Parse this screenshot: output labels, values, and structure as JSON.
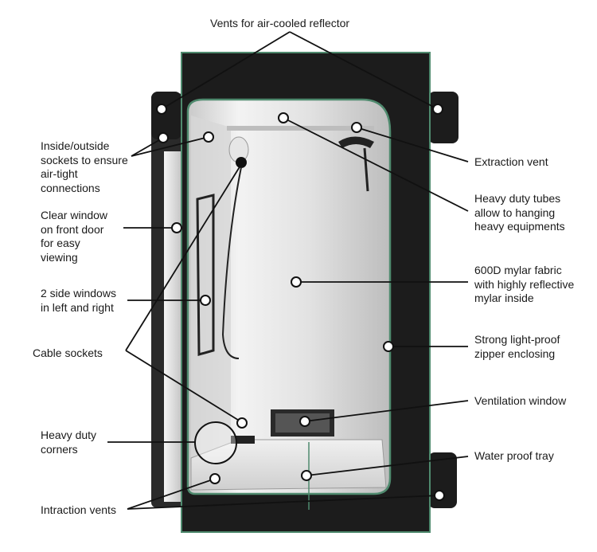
{
  "labels": {
    "vents_reflector": "Vents for air-cooled reflector",
    "sockets": [
      "Inside/outside",
      "sockets to ensure",
      "air-tight",
      "connections"
    ],
    "clear_window": [
      "Clear window",
      "on front door",
      "for easy",
      "viewing"
    ],
    "side_windows": [
      "2 side windows",
      "in left and right"
    ],
    "cable_sockets": "Cable sockets",
    "corners": [
      "Heavy duty",
      "corners"
    ],
    "intraction_vents": "Intraction vents",
    "extraction_vent": "Extraction vent",
    "tubes": [
      "Heavy duty tubes",
      "allow to hanging",
      "heavy equipments"
    ],
    "mylar": [
      "600D mylar fabric",
      "with highly reflective",
      "mylar inside"
    ],
    "zipper": [
      "Strong light-proof",
      "zipper enclosing"
    ],
    "ventilation_window": "Ventilation window",
    "tray": "Water proof tray"
  },
  "colors": {
    "tent_frame": "#1c1c1c",
    "zipper_trim": "#4f8a6e",
    "mylar": "#e4e4e4",
    "leader_line": "#111111"
  }
}
